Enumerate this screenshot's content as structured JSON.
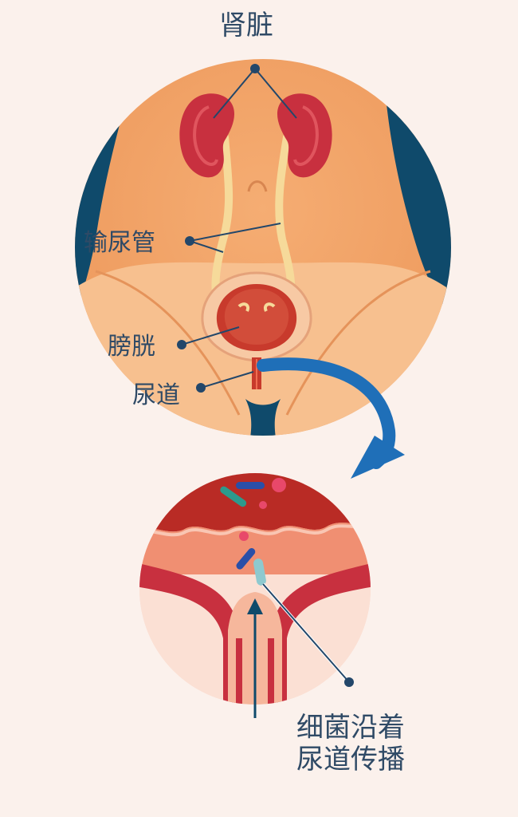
{
  "labels": {
    "kidney": "肾脏",
    "ureter": "输尿管",
    "bladder": "膀胱",
    "urethra": "尿道",
    "bacteria_line1": "细菌沿着",
    "bacteria_line2": "尿道传播"
  },
  "colors": {
    "background": "#fbf1ec",
    "skin": "#f1a46a",
    "navy": "#0f4a6b",
    "kidney": "#c8303f",
    "ureter": "#f6da9a",
    "bladder_inner": "#c83a2c",
    "arrow_blue": "#1f6fb8",
    "label_text": "#2f4a66",
    "leader": "#23476a"
  }
}
